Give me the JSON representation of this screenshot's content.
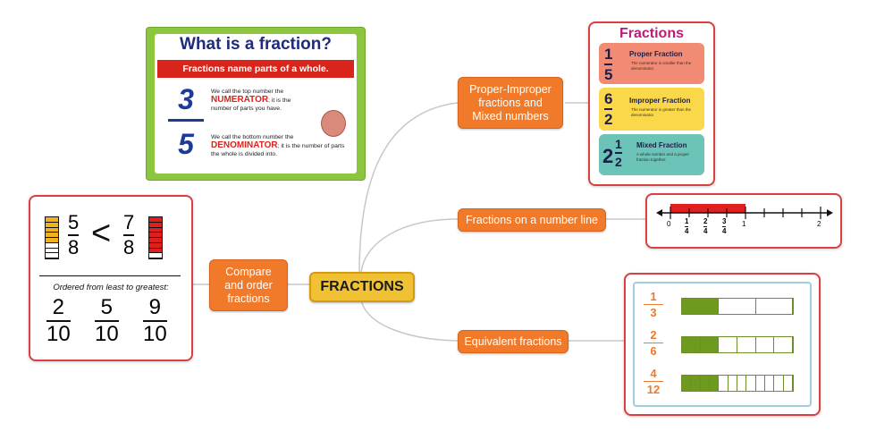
{
  "center": {
    "label": "FRACTIONS"
  },
  "branches": {
    "proper_improper": "Proper-Improper fractions and Mixed numbers",
    "number_line": "Fractions on a number line",
    "equivalent": "Equivalent fractions",
    "compare": "Compare and order fractions"
  },
  "what_is": {
    "title": "What is a fraction?",
    "subtitle": "Fractions name parts of a whole.",
    "numerator": "3",
    "denominator": "5",
    "num_text_1": "We call the top number the",
    "num_word": "NUMERATOR",
    "num_text_2": "; it is the number of parts you have.",
    "den_text_1": "We call the bottom number the",
    "den_word": "DENOMINATOR",
    "den_text_2": "; it is the number of parts the whole is divided into."
  },
  "fractions_poster": {
    "title": "Fractions",
    "proper": {
      "num": "1",
      "den": "5",
      "label": "Proper Fraction",
      "desc": "The numerator is smaller than the denominator."
    },
    "improper": {
      "num": "6",
      "den": "2",
      "label": "Improper Fraction",
      "desc": "The numerator is greater than the denominator."
    },
    "mixed": {
      "whole": "2",
      "num": "1",
      "den": "2",
      "label": "Mixed Fraction",
      "desc": "A whole number and a proper fraction together."
    },
    "colors": {
      "title": "#c2187a",
      "proper": "#f28b74",
      "improper": "#fbd84a",
      "mixed": "#6cc3b7"
    }
  },
  "number_line": {
    "ticks": [
      "0",
      "1",
      "2"
    ],
    "fractions": [
      {
        "num": "1",
        "den": "4"
      },
      {
        "num": "2",
        "den": "4"
      },
      {
        "num": "3",
        "den": "4"
      }
    ],
    "shaded_to": 1,
    "shade_color": "#e02020"
  },
  "compare": {
    "left": {
      "num": "5",
      "den": "8",
      "parts": 8,
      "filled": 5
    },
    "symbol": "<",
    "right": {
      "num": "7",
      "den": "8",
      "parts": 8,
      "filled": 7
    },
    "ordered_label": "Ordered from least to greatest:",
    "ordered": [
      {
        "num": "2",
        "den": "10"
      },
      {
        "num": "5",
        "den": "10"
      },
      {
        "num": "9",
        "den": "10"
      }
    ]
  },
  "equivalent": {
    "rows": [
      {
        "num": "1",
        "den": "3",
        "parts": 3,
        "filled": 1
      },
      {
        "num": "2",
        "den": "6",
        "parts": 6,
        "filled": 2
      },
      {
        "num": "4",
        "den": "12",
        "parts": 12,
        "filled": 4
      }
    ],
    "fill_color": "#6e9a1f",
    "number_color": "#f07a2a"
  }
}
